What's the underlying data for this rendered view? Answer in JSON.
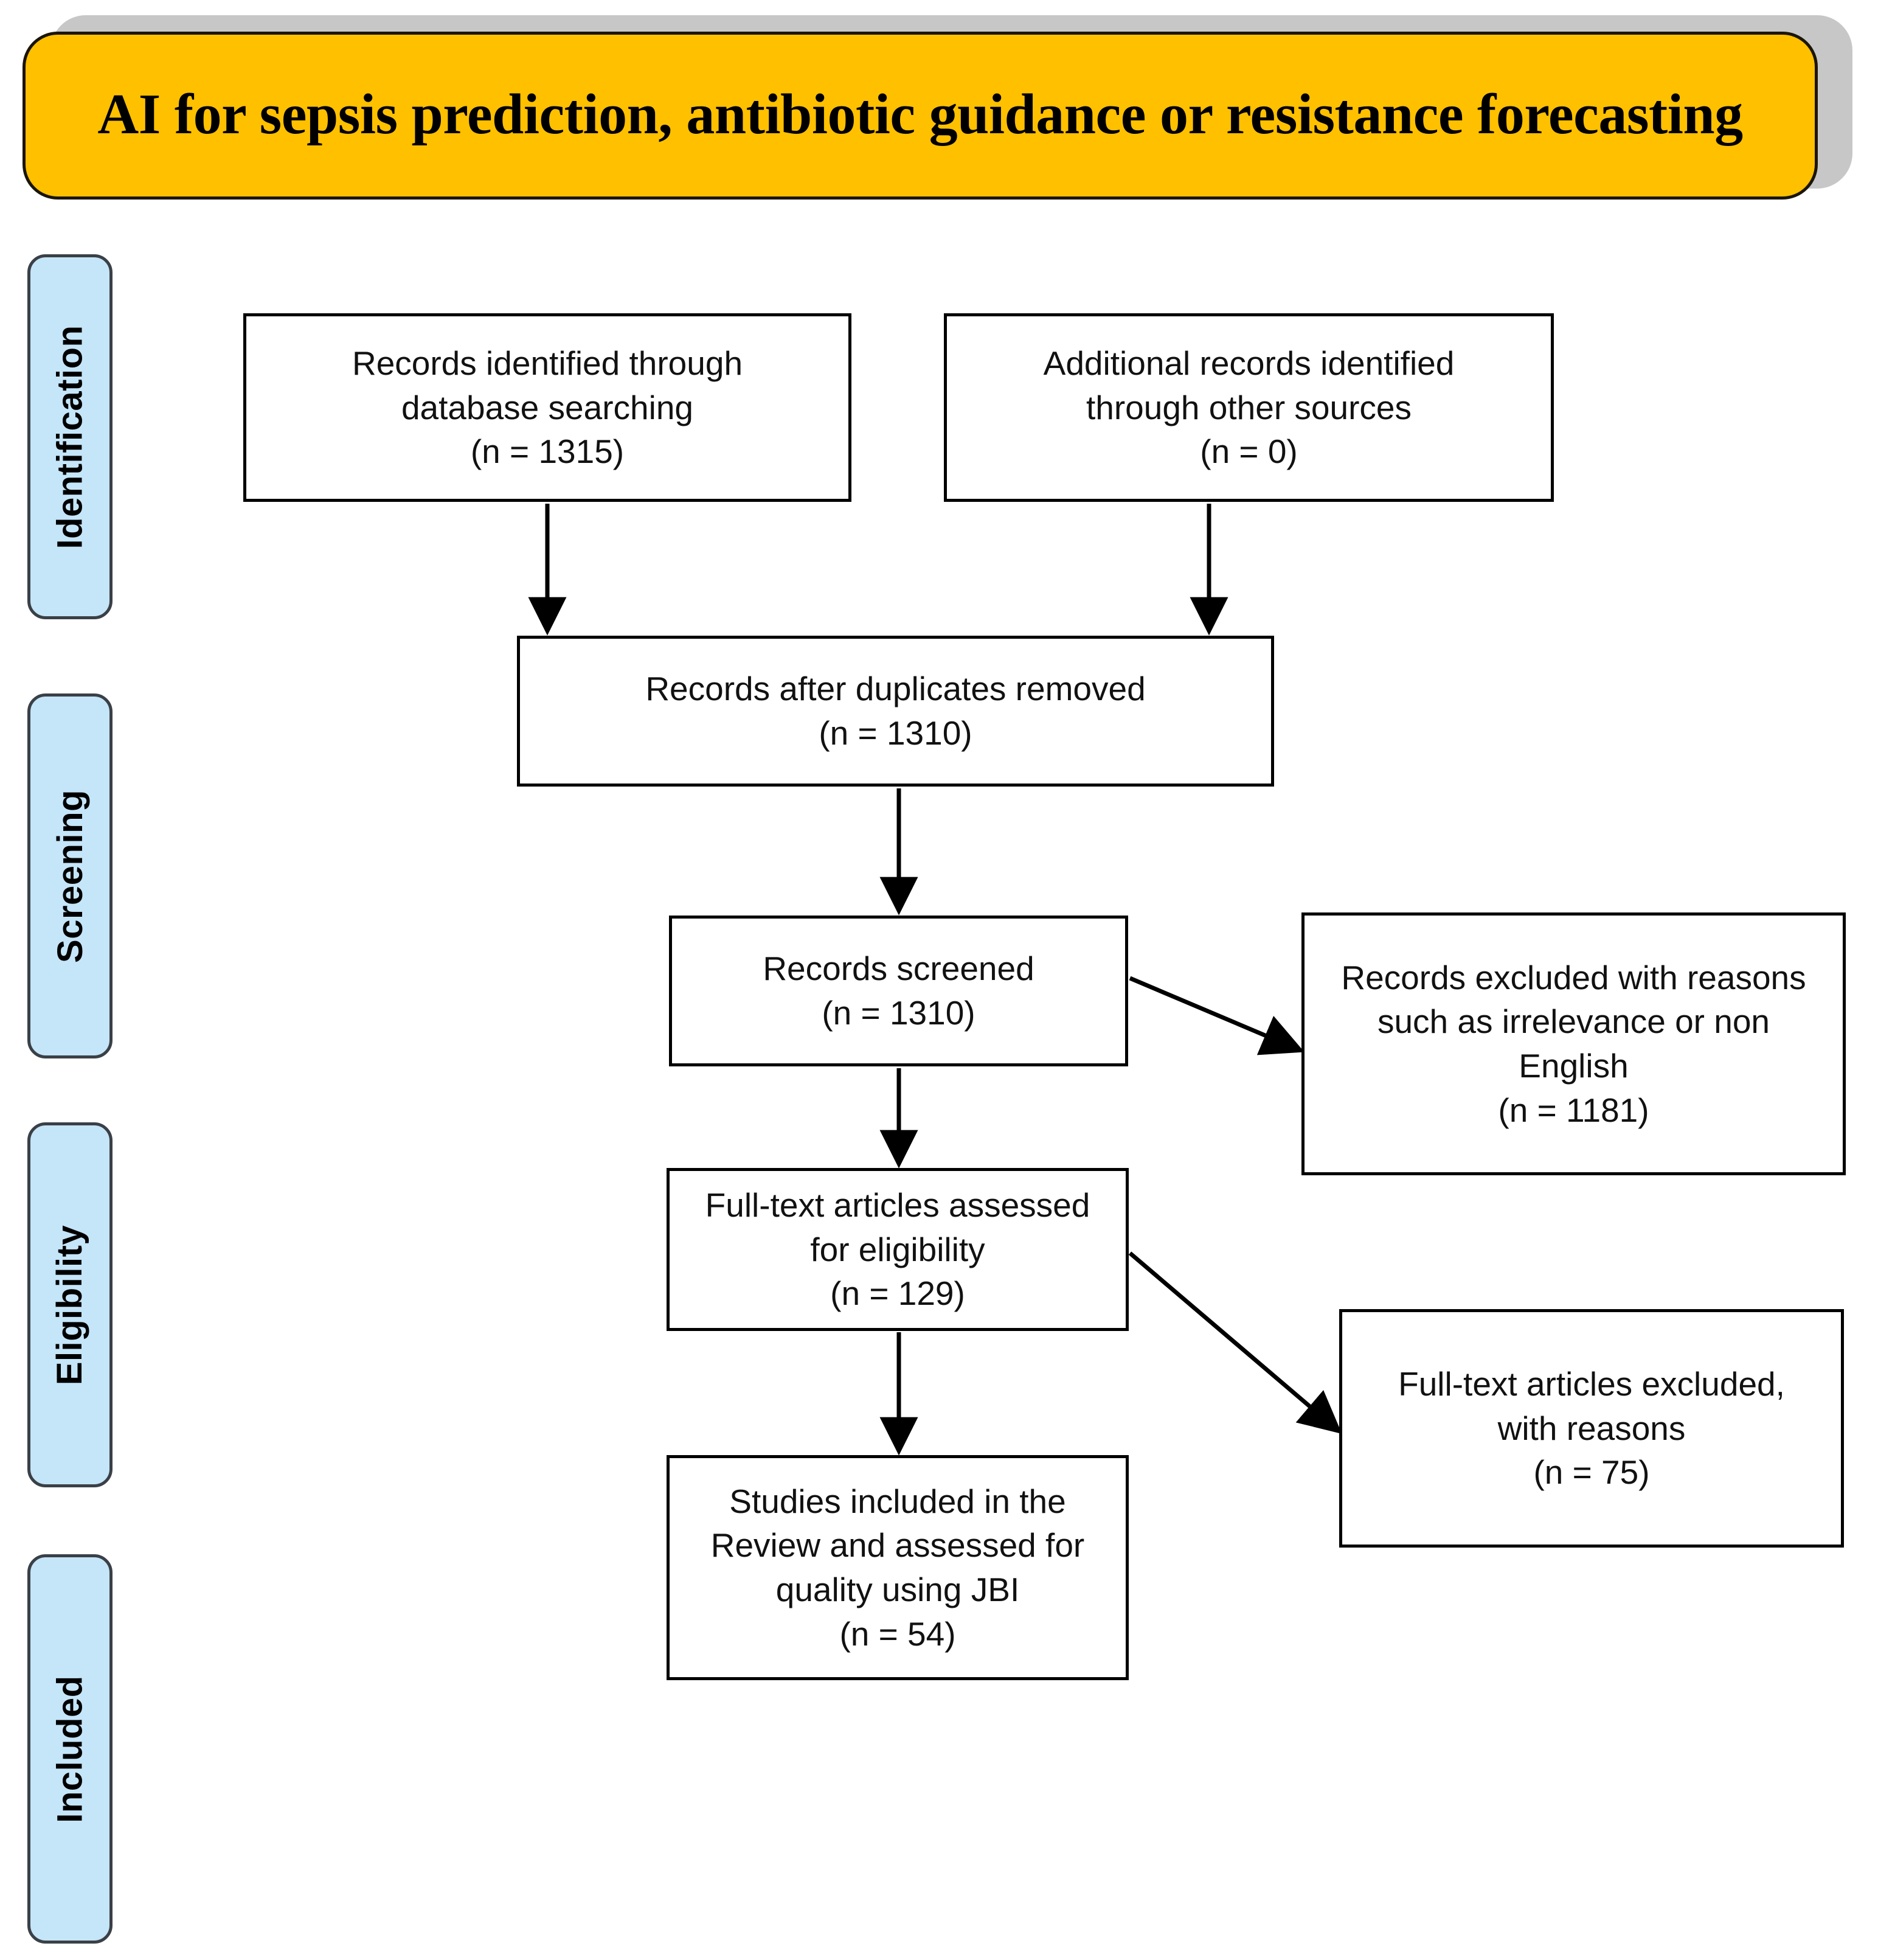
{
  "title": {
    "text": "AI for sepsis prediction, antibiotic guidance or resistance forecasting",
    "bg_color": "#FFC000",
    "shadow_color": "#C7C7C7",
    "text_color": "#000000"
  },
  "stages": [
    {
      "id": "identification",
      "label": "Identification",
      "bg_color": "#C5E5F9"
    },
    {
      "id": "screening",
      "label": "Screening",
      "bg_color": "#C5E5F9"
    },
    {
      "id": "eligibility",
      "label": "Eligibility",
      "bg_color": "#C5E5F9"
    },
    {
      "id": "included",
      "label": "Included",
      "bg_color": "#C5E5F9"
    }
  ],
  "boxes": {
    "db_search": {
      "line1": "Records identified through",
      "line2": "database searching",
      "count": "(n = 1315)"
    },
    "other_src": {
      "line1": "Additional records identified",
      "line2": "through other sources",
      "count": "(n =   0)"
    },
    "dedup": {
      "line1": "Records after duplicates removed",
      "line2": "",
      "count": "(n = 1310)"
    },
    "screened": {
      "line1": "Records screened",
      "line2": "",
      "count": "(n = 1310)"
    },
    "excl_reason": {
      "line1": "Records excluded with reasons",
      "line2": "such as irrelevance or non",
      "line3": "English",
      "count": "(n = 1181)"
    },
    "fulltext": {
      "line1": "Full-text articles assessed",
      "line2": "for eligibility",
      "count": "(n = 129)"
    },
    "fulltext_ex": {
      "line1": "Full-text articles excluded,",
      "line2": "with reasons",
      "count": "(n = 75)"
    },
    "included": {
      "line1": "Studies included in the",
      "line2": "Review and assessed for",
      "line3": "quality using JBI",
      "count": "(n = 54)"
    }
  },
  "chart_data": {
    "type": "diagram",
    "diagram_kind": "prisma-flow",
    "title": "AI for sepsis prediction, antibiotic guidance or resistance forecasting",
    "stages": [
      "Identification",
      "Screening",
      "Eligibility",
      "Included"
    ],
    "nodes": [
      {
        "id": "db_search",
        "stage": "Identification",
        "label": "Records identified through database searching",
        "n": 1315
      },
      {
        "id": "other_src",
        "stage": "Identification",
        "label": "Additional records identified through other sources",
        "n": 0
      },
      {
        "id": "dedup",
        "stage": "Identification",
        "label": "Records after duplicates removed",
        "n": 1310
      },
      {
        "id": "screened",
        "stage": "Screening",
        "label": "Records screened",
        "n": 1310
      },
      {
        "id": "excl_reason",
        "stage": "Screening",
        "label": "Records excluded with reasons such as irrelevance or non English",
        "n": 1181
      },
      {
        "id": "fulltext",
        "stage": "Eligibility",
        "label": "Full-text articles assessed for eligibility",
        "n": 129
      },
      {
        "id": "fulltext_ex",
        "stage": "Eligibility",
        "label": "Full-text articles excluded, with reasons",
        "n": 75
      },
      {
        "id": "included",
        "stage": "Included",
        "label": "Studies included in the Review and assessed for quality using JBI",
        "n": 54
      }
    ],
    "edges": [
      {
        "from": "db_search",
        "to": "dedup",
        "kind": "vertical"
      },
      {
        "from": "other_src",
        "to": "dedup",
        "kind": "vertical"
      },
      {
        "from": "dedup",
        "to": "screened",
        "kind": "vertical"
      },
      {
        "from": "screened",
        "to": "excl_reason",
        "kind": "diagonal"
      },
      {
        "from": "screened",
        "to": "fulltext",
        "kind": "vertical"
      },
      {
        "from": "fulltext",
        "to": "fulltext_ex",
        "kind": "diagonal"
      },
      {
        "from": "fulltext",
        "to": "included",
        "kind": "vertical"
      }
    ]
  }
}
